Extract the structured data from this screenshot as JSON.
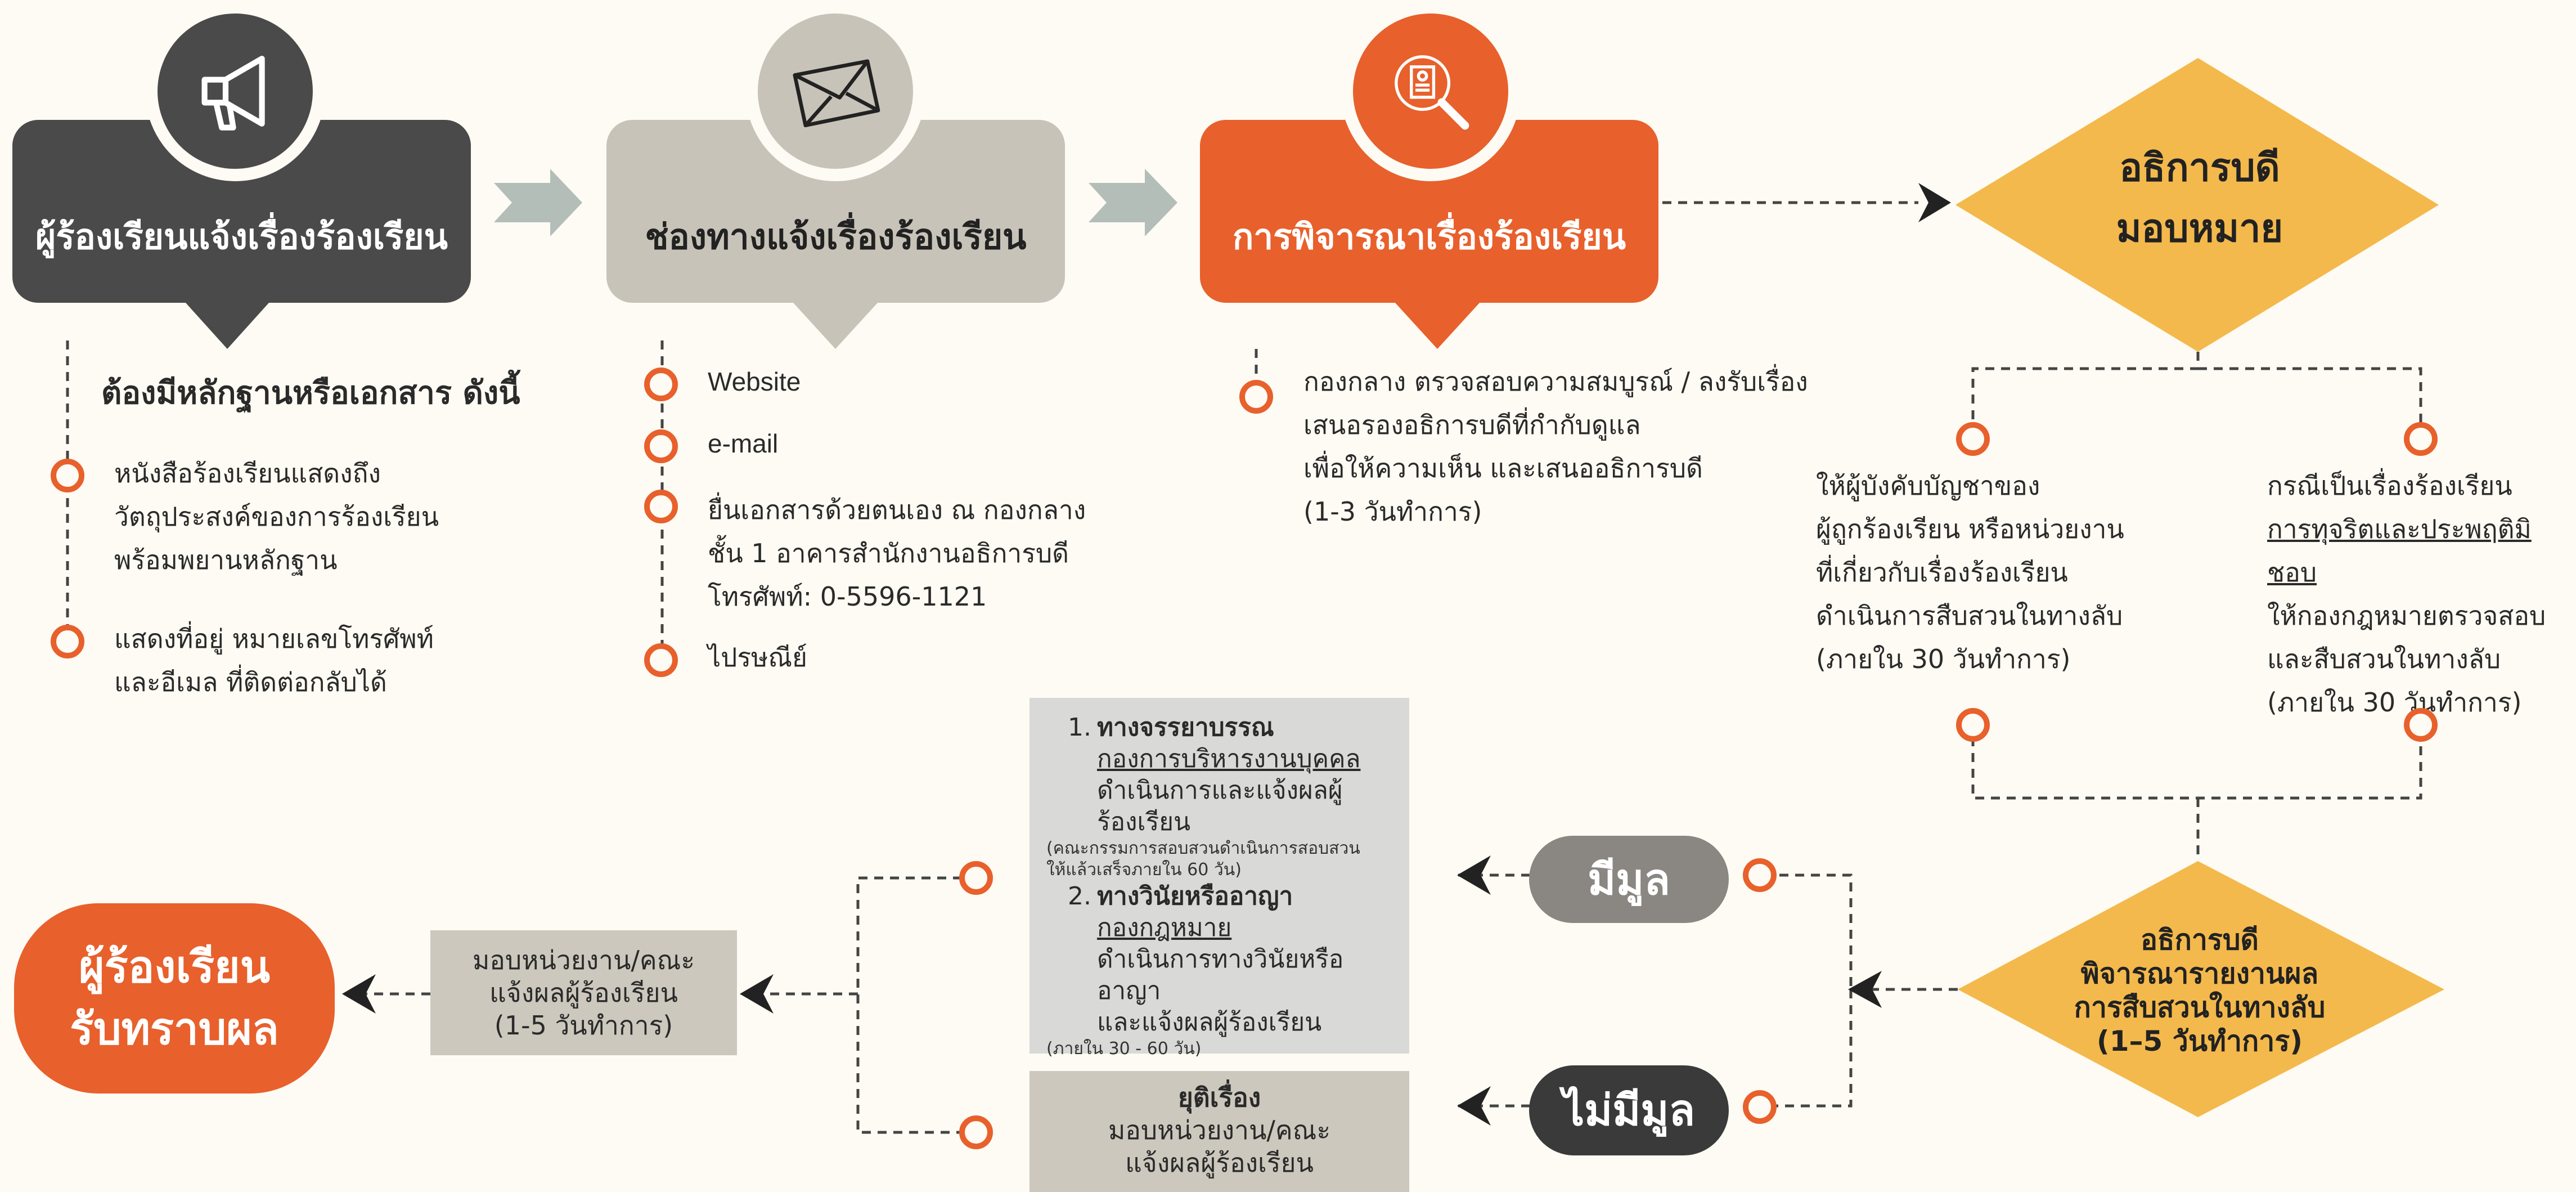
{
  "steps": {
    "step1": {
      "title": "ผู้ร้องเรียนแจ้งเรื่องร้องเรียน"
    },
    "step2": {
      "title": "ช่องทางแจ้งเรื่องร้องเรียน"
    },
    "step3": {
      "title": "การพิจารณาเรื่องร้องเรียน"
    },
    "step4": {
      "title_line1": "อธิการบดี",
      "title_line2": "มอบหมาย"
    }
  },
  "evidence": {
    "heading": "ต้องมีหลักฐานหรือเอกสาร ดังนี้",
    "item1": [
      "หนังสือร้องเรียนแสดงถึง",
      "วัตถุประสงค์ของการร้องเรียน",
      "พร้อมพยานหลักฐาน"
    ],
    "item2": [
      "แสดงที่อยู่ หมายเลขโทรศัพท์",
      "และอีเมล ที่ติดต่อกลับได้"
    ]
  },
  "channels": {
    "item1": "Website",
    "item2": "e-mail",
    "item3": [
      "ยื่นเอกสารด้วยตนเอง ณ กองกลาง",
      "ชั้น 1 อาคารสำนักงานอธิการบดี",
      "โทรศัพท์: 0-5596-1121"
    ],
    "item4": "ไปรษณีย์"
  },
  "consideration": {
    "lines": [
      "กองกลาง ตรวจสอบความสมบูรณ์ / ลงรับเรื่อง",
      "เสนอรองอธิการบดีที่กำกับดูแล",
      "เพื่อให้ความเห็น และเสนออธิการบดี",
      "(1-3 วันทำการ)"
    ]
  },
  "branch_left": {
    "lines": [
      "ให้ผู้บังคับบัญชาของ",
      "ผู้ถูกร้องเรียน หรือหน่วยงาน",
      "ที่เกี่ยวกับเรื่องร้องเรียน",
      "ดำเนินการสืบสวนในทางลับ",
      "(ภายใน 30 วันทำการ)"
    ]
  },
  "branch_right": {
    "line1": "กรณีเป็นเรื่องร้องเรียน",
    "line2": "การทุจริตและประพฤติมิชอบ",
    "line3": "ให้กองกฎหมายตรวจสอบ",
    "line4": "และสืบสวนในทางลับ",
    "line5": "(ภายใน 30 วันทำการ)"
  },
  "review": {
    "lines": [
      "อธิการบดี",
      "พิจารณารายงานผล",
      "การสืบสวนในทางลับ",
      "(1–5 วันทำการ)"
    ]
  },
  "outcomes": {
    "has_grounds": "มีมูล",
    "no_grounds": "ไม่มีมูล"
  },
  "actions": {
    "a1_num": "1.",
    "a1_title": "ทางจรรยาบรรณ",
    "a1_unit": "กองการบริหารงานบุคคล",
    "a1_desc1": "ดำเนินการและแจ้งผลผู้",
    "a1_desc2": "ร้องเรียน",
    "a1_note1": "(คณะกรรมการสอบสวนดำเนินการสอบสวน",
    "a1_note2": "ให้แล้วเสร็จภายใน 60 วัน)",
    "a2_num": "2.",
    "a2_title": "ทางวินัยหรืออาญา",
    "a2_unit": "กองกฎหมาย",
    "a2_desc1": "ดำเนินการทางวินัยหรืออาญา",
    "a2_desc2": "และแจ้งผลผู้ร้องเรียน",
    "a2_note": "(ภายใน 30 - 60 วัน)"
  },
  "terminate": {
    "title": "ยุติเรื่อง",
    "line1": "มอบหน่วยงาน/คณะ",
    "line2": "แจ้งผลผู้ร้องเรียน"
  },
  "assign": {
    "lines": [
      "มอบหน่วยงาน/คณะ",
      "แจ้งผลผู้ร้องเรียน",
      "(1-5 วันทำการ)"
    ]
  },
  "final": {
    "line1": "ผู้ร้องเรียน",
    "line2": "รับทราบผล"
  },
  "colors": {
    "dark": "#4a4a4a",
    "beige": "#c8c3b8",
    "orange": "#e8602c",
    "gold": "#f4b94c",
    "background": "#fdfbf3"
  },
  "icons": [
    "megaphone-icon",
    "envelope-icon",
    "document-search-icon"
  ]
}
